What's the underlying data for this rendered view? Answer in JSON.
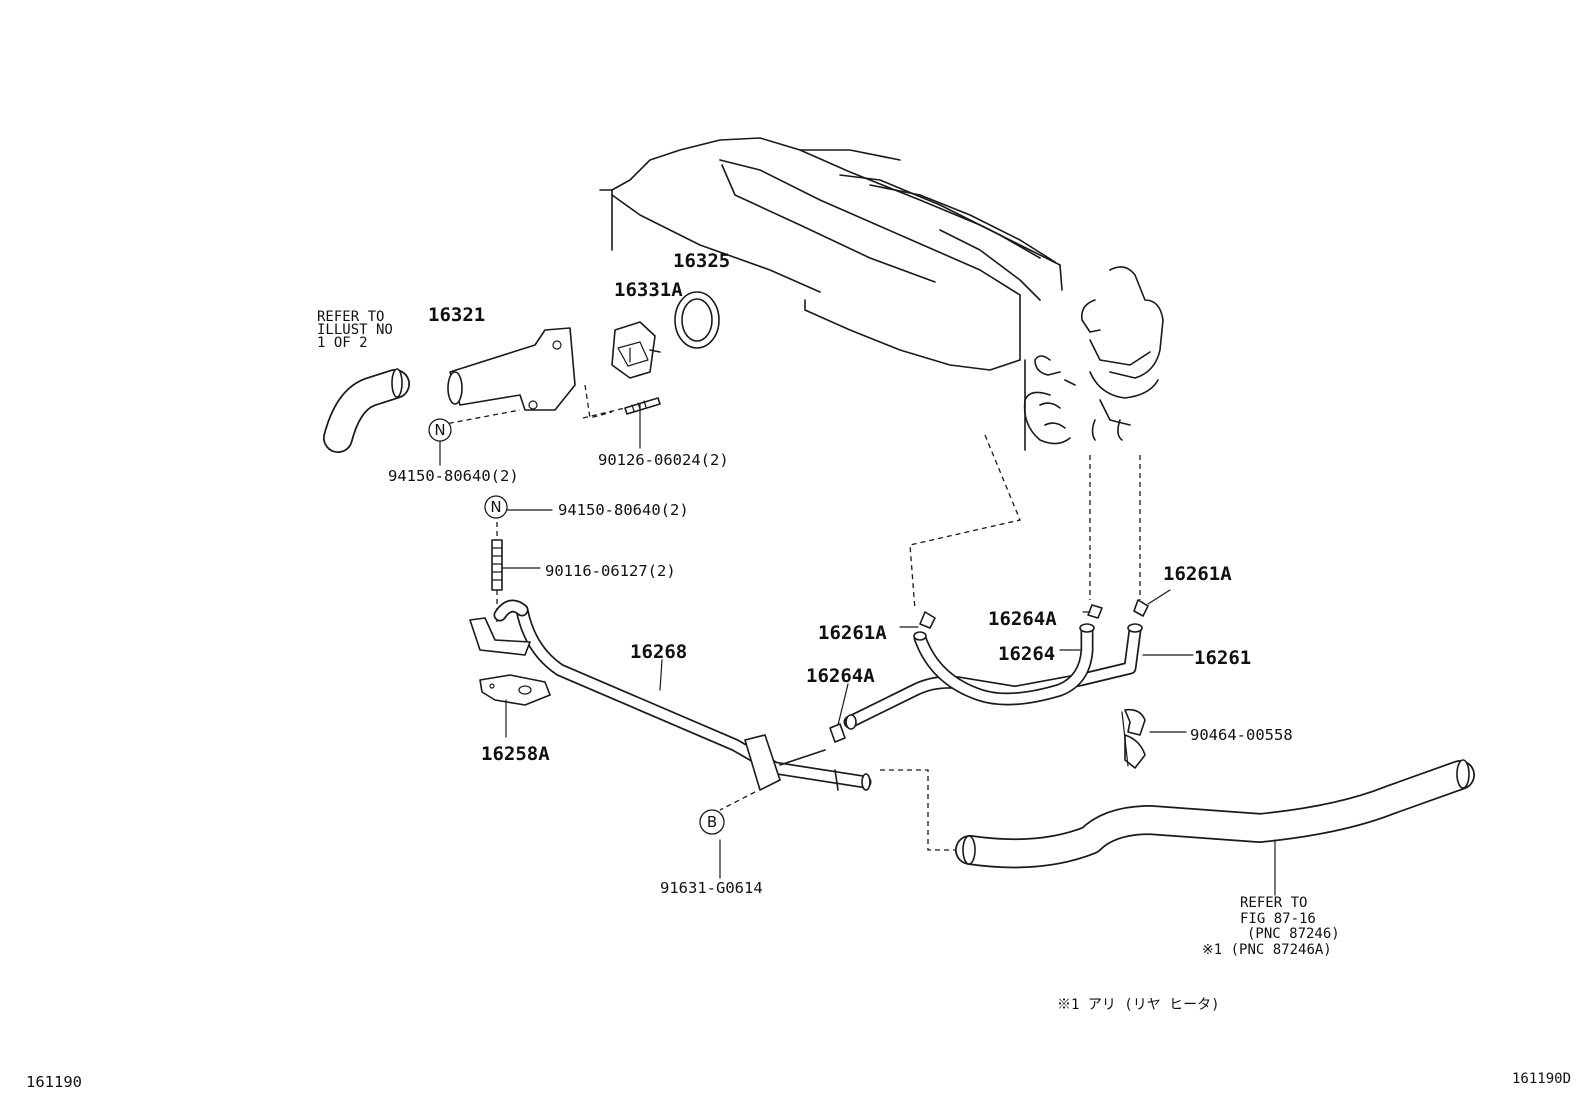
{
  "labels": {
    "refer_illust": [
      "REFER TO",
      "ILLUST NO",
      "1 OF 2"
    ],
    "p16321": "16321",
    "p16331a": "16331A",
    "p16325": "16325",
    "bolt_n_top": "94150-80640(2)",
    "stud_top": "90126-06024(2)",
    "bolt_n_mid": "94150-80640(2)",
    "stud_mid": "90116-06127(2)",
    "p16268": "16268",
    "p16258a": "16258A",
    "bolt_b": "91631-G0614",
    "p16264a_left": "16264A",
    "p16261a_left": "16261A",
    "p16264a_right": "16264A",
    "p16264": "16264",
    "p16261a_right": "16261A",
    "p16261": "16261",
    "clamp": "90464-00558",
    "refer_fig": [
      "REFER TO",
      "FIG 87-16",
      "(PNC 87246)",
      "※1 (PNC 87246A)"
    ],
    "footnote": "※1 アリ (リヤ ヒータ)",
    "fig_left": "161190",
    "fig_right": "161190D"
  },
  "markers": {
    "n_top": "N",
    "n_mid": "N",
    "b": "B"
  }
}
